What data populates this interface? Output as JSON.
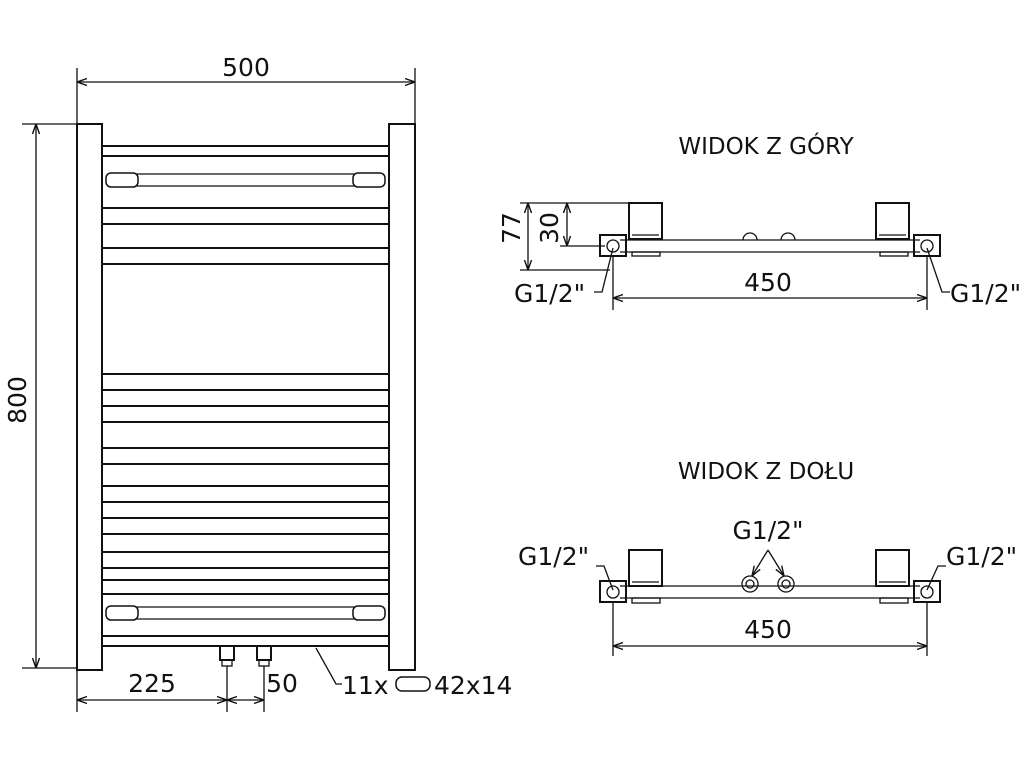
{
  "front": {
    "width_label": "500",
    "height_label": "800",
    "left_offset_label": "225",
    "spacing_label": "50",
    "bar_count_label": "11x",
    "bar_size_label": "42x14"
  },
  "top_view": {
    "title": "WIDOK Z GÓRY",
    "depth_label": "77",
    "axis_label": "30",
    "thread_left": "G1/2\"",
    "thread_right": "G1/2\"",
    "width_label": "450"
  },
  "bottom_view": {
    "title": "WIDOK Z DOŁU",
    "thread_left": "G1/2\"",
    "thread_center": "G1/2\"",
    "thread_right": "G1/2\"",
    "width_label": "450"
  },
  "colors": {
    "line": "#111111",
    "background": "#ffffff"
  }
}
